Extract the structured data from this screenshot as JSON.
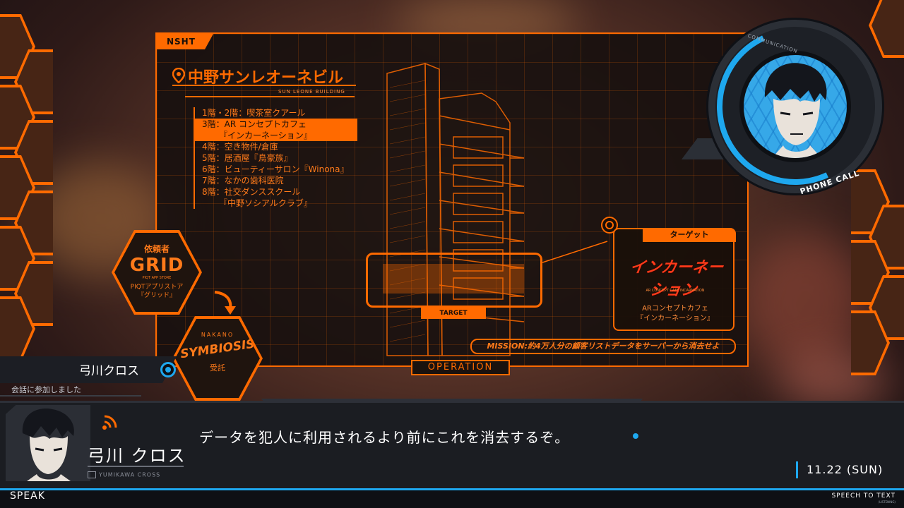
{
  "panel": {
    "tag": "NSHT",
    "tab": "OPERATION",
    "building_title": "中野サンレオーネビル",
    "building_subtitle": "SUN LEONE BUILDING",
    "floors": [
      {
        "line1": "1階・2階：喫茶室クアール",
        "line2": ""
      },
      {
        "line1": "3階：AR コンセプトカフェ",
        "line2": "『インカーネーション』"
      },
      {
        "line1": "4階：空き物件/倉庫",
        "line2": ""
      },
      {
        "line1": "5階：居酒屋『鳥豪族』",
        "line2": ""
      },
      {
        "line1": "6階：ビューティーサロン『Winona』",
        "line2": ""
      },
      {
        "line1": "7階：なかの歯科医院",
        "line2": ""
      },
      {
        "line1": "8階：社交ダンススクール",
        "line2": "『中野ソシアルクラブ』"
      }
    ],
    "selected_floor": 1,
    "target_label": "TARGET",
    "target_box": {
      "header": "ターゲット",
      "logo": "インカーネーション",
      "logo_sub": "AR CONCEPT CAFE INCARNATION",
      "name_line1": "ARコンセプトカフェ",
      "name_line2": "『インカーネーション』"
    },
    "mission": "MISSION:約4万人分の顧客リストデータをサーバーから消去せよ"
  },
  "communication": {
    "top": "COMMUNICATION",
    "label": "PHONE CALL"
  },
  "client": {
    "title": "依頼者",
    "logo": "GRID",
    "logo_sub": "PIQT APP STORE",
    "desc_line1": "PIQTアプリストア",
    "desc_line2": "『グリッド』"
  },
  "contract": {
    "nakano": "NAKANO",
    "logo": "SYMBIOSIS",
    "label": "受託"
  },
  "join": {
    "name": "弓川クロス",
    "text": "会話に参加しました"
  },
  "dialog": {
    "speaker": "弓川 クロス",
    "speaker_tag": "YUMIKAWA CROSS",
    "text": "データを犯人に利用されるより前にこれを消去するぞ。",
    "date": "11.22 (SUN)"
  },
  "footer": {
    "speak": "SPEAK",
    "stt": "SPEECH TO TEXT",
    "stt_sub": "(LISTENING)"
  },
  "colors": {
    "accent_orange": "#ff6a00",
    "accent_blue": "#1ea8ef",
    "panel_bg": "#1b1d22"
  },
  "icons": [
    "pin-icon",
    "speaker-wave-icon",
    "curve-arrow-icon",
    "join-status-icon"
  ]
}
